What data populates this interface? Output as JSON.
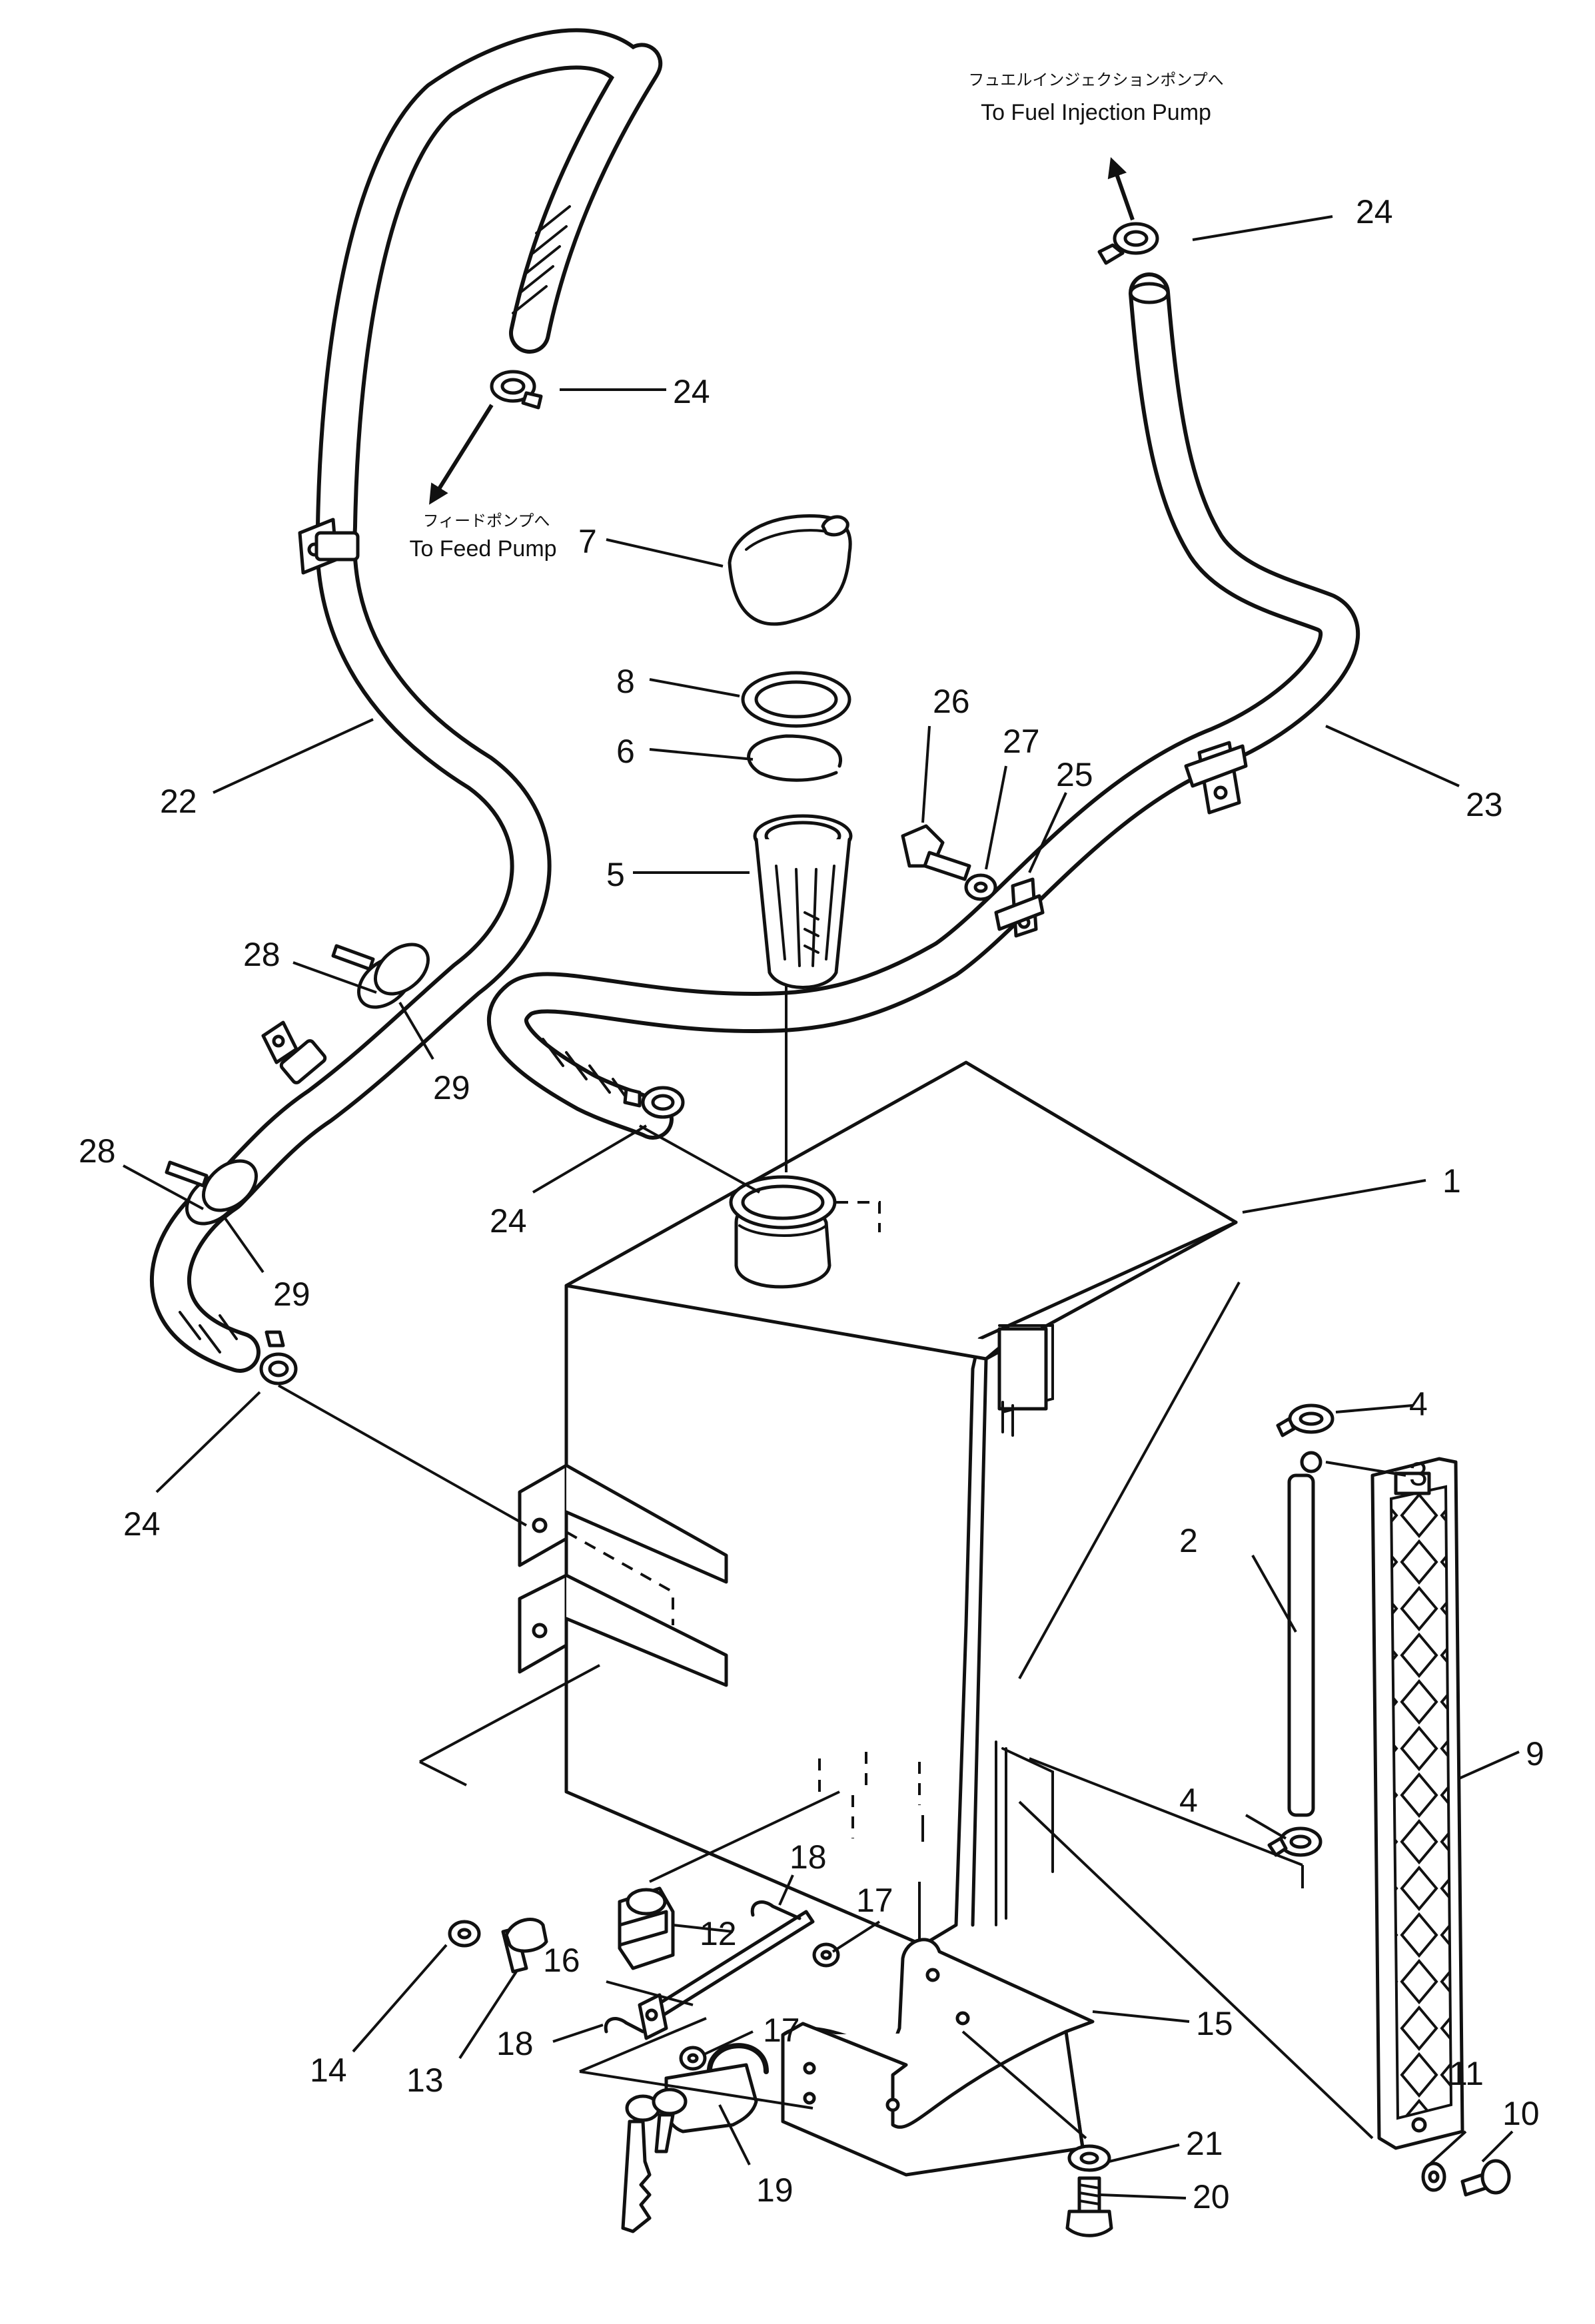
{
  "destinations": {
    "fuel_injection_pump_jp": "フュエルインジェクションポンプへ",
    "fuel_injection_pump_en": "To Fuel Injection Pump",
    "feed_pump_jp": "フィードポンプへ",
    "feed_pump_en": "To Feed Pump"
  },
  "callouts": {
    "c1": "1",
    "c2": "2",
    "c3": "3",
    "c4a": "4",
    "c4b": "4",
    "c5": "5",
    "c6": "6",
    "c7": "7",
    "c8": "8",
    "c9": "9",
    "c10": "10",
    "c11": "11",
    "c12": "12",
    "c13": "13",
    "c14": "14",
    "c15": "15",
    "c16": "16",
    "c17a": "17",
    "c17b": "17",
    "c18a": "18",
    "c18b": "18",
    "c19": "19",
    "c20": "20",
    "c21": "21",
    "c22": "22",
    "c23": "23",
    "c24a": "24",
    "c24b": "24",
    "c24c": "24",
    "c24d": "24",
    "c25": "25",
    "c26": "26",
    "c27": "27",
    "c28a": "28",
    "c28b": "28",
    "c29a": "29",
    "c29b": "29"
  }
}
